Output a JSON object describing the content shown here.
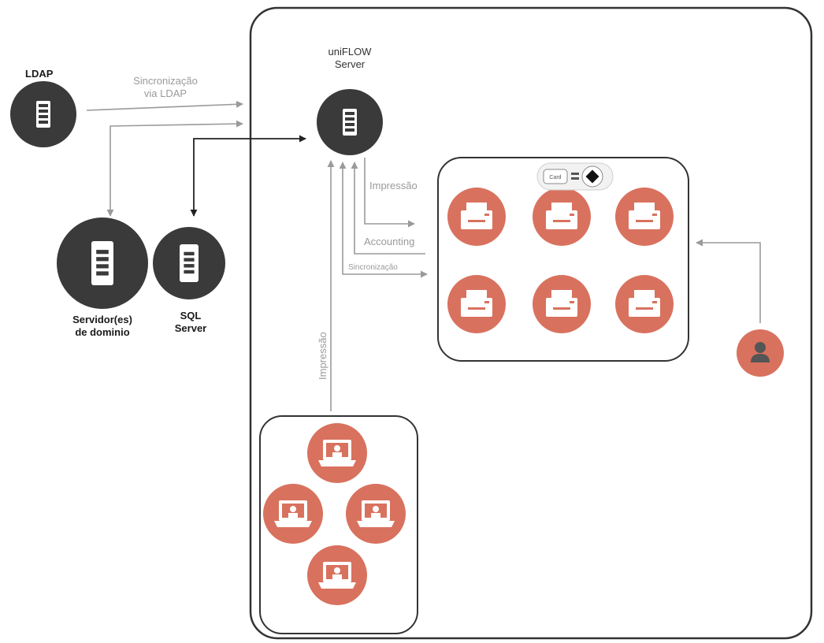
{
  "nodes": {
    "ldap": {
      "label": "LDAP"
    },
    "uniflow": {
      "line1": "uniFLOW",
      "line2": "Server"
    },
    "domain_servers": {
      "line1": "Servidor(es)",
      "line2": "de dominio"
    },
    "sql_server": {
      "line1": "SQL",
      "line2": "Server"
    }
  },
  "edges": {
    "ldap_sync": {
      "line1": "Sincronização",
      "line2": "via LDAP"
    },
    "print_to_devices": {
      "label": "Impressão"
    },
    "accounting": {
      "label": "Accounting"
    },
    "device_sync": {
      "label": "Sincronização"
    },
    "print_from_clients": {
      "label": "Impressão"
    }
  },
  "badge": {
    "card_text": "Card"
  },
  "colors": {
    "server_fill": "#3a3a3a",
    "device_fill": "#d8725e",
    "line": "#9a9a9a",
    "dark_line": "#222222",
    "container": "#333333"
  },
  "icons": [
    "server-icon",
    "printer-icon",
    "laptop-icon",
    "user-icon",
    "card-icon"
  ]
}
